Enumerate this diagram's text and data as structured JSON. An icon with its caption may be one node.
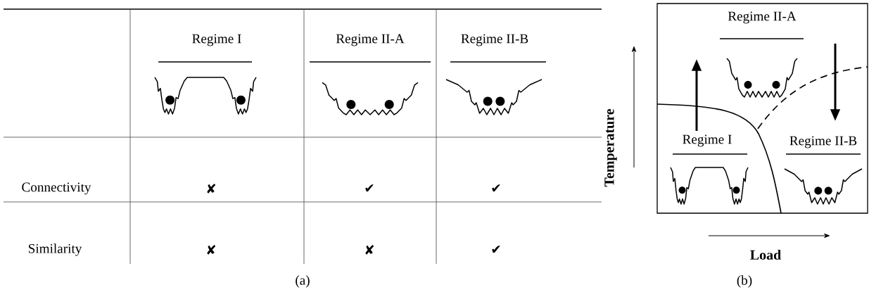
{
  "diagram": {
    "labels": [
      "Regime I",
      "Regime II-A",
      "Regime II-B",
      "Connectivity",
      "✘",
      "✔",
      "✔",
      "Similarity",
      "✘",
      "✘",
      "✔",
      "(a)",
      "Regime II-A",
      "Temperature",
      "Regime I",
      "Regime II-B",
      "Load",
      "(b)"
    ]
  }
}
